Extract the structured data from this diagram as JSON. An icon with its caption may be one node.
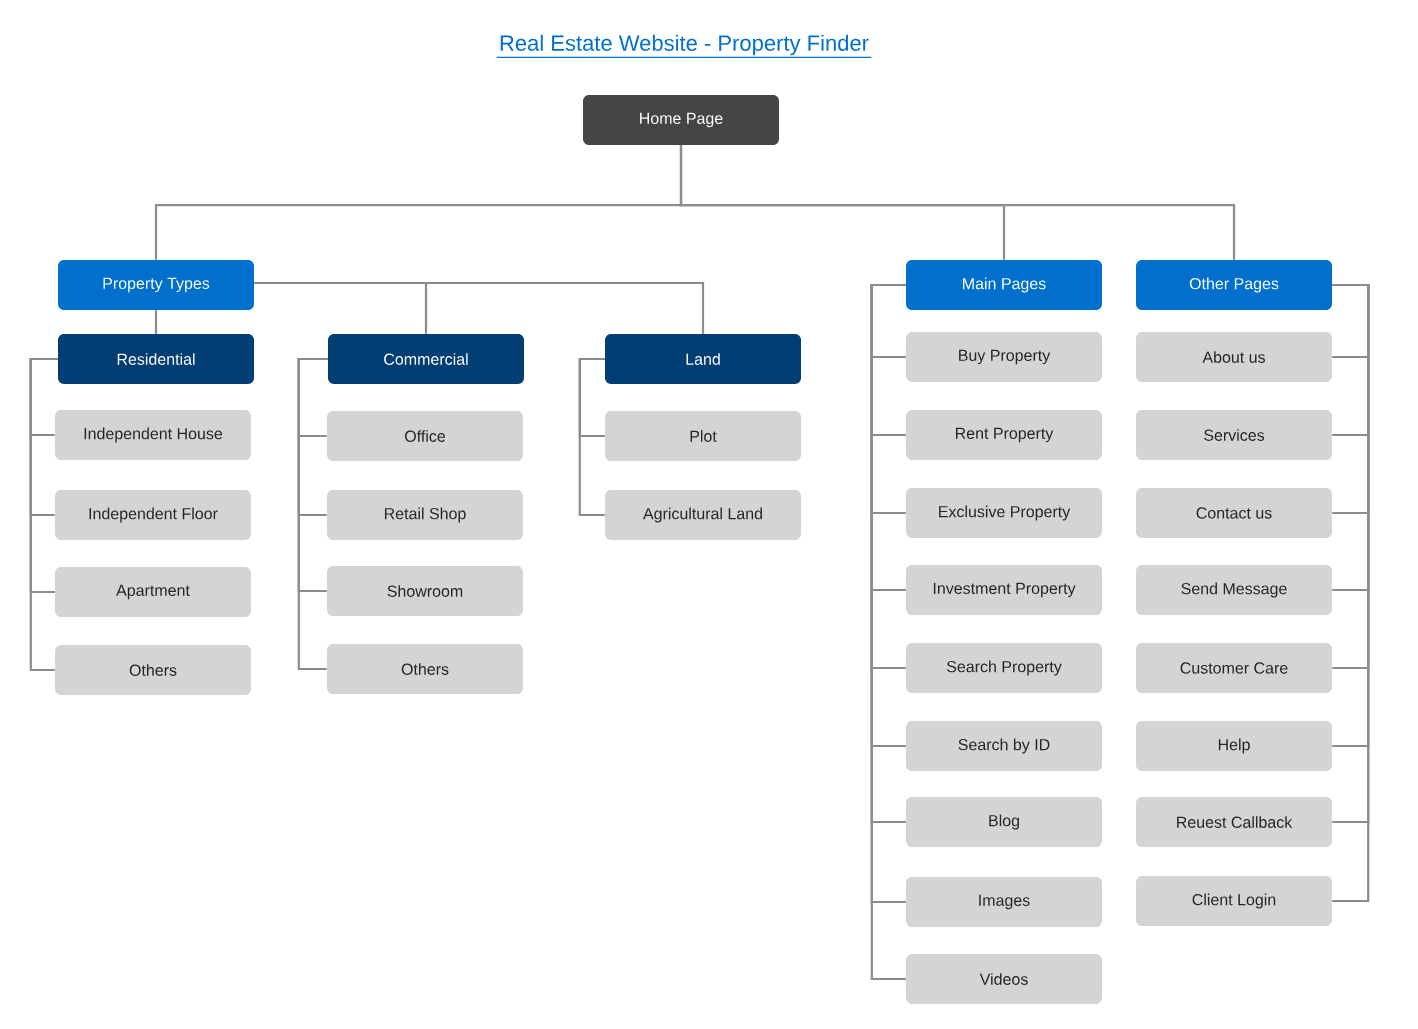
{
  "diagram": {
    "title": "Real Estate Website - Property Finder",
    "nodes": [
      {
        "text": [
          "Home Page"
        ]
      },
      {
        "text": [
          "Property Types"
        ]
      },
      {
        "text": [
          "Residential"
        ]
      },
      {
        "text": [
          "Independent House"
        ]
      },
      {
        "text": [
          "Independent Floor"
        ]
      },
      {
        "text": [
          "Apartment"
        ]
      },
      {
        "text": [
          "Others"
        ]
      },
      {
        "text": [
          "Commercial"
        ]
      },
      {
        "text": [
          "Office"
        ]
      },
      {
        "text": [
          "Retail Shop"
        ]
      },
      {
        "text": [
          "Showroom"
        ]
      },
      {
        "text": [
          "Others"
        ]
      },
      {
        "text": [
          "Land"
        ]
      },
      {
        "text": [
          "Plot"
        ]
      },
      {
        "text": [
          "Agricultural Land"
        ]
      },
      {
        "text": [
          "Main Pages"
        ]
      },
      {
        "text": [
          "Buy Property"
        ]
      },
      {
        "text": [
          "Rent Property"
        ]
      },
      {
        "text": [
          "Exclusive Property"
        ]
      },
      {
        "text": [
          "Investment Property"
        ]
      },
      {
        "text": [
          "Search Property"
        ]
      },
      {
        "text": [
          "Search by ID"
        ]
      },
      {
        "text": [
          "Blog"
        ]
      },
      {
        "text": [
          "Images"
        ]
      },
      {
        "text": [
          "Videos"
        ]
      },
      {
        "text": [
          "Other Pages"
        ]
      },
      {
        "text": [
          "About us"
        ]
      },
      {
        "text": [
          "Services"
        ]
      },
      {
        "text": [
          "Contact us"
        ]
      },
      {
        "text": [
          "Send Message"
        ]
      },
      {
        "text": [
          "Customer Care"
        ]
      },
      {
        "text": [
          "Help"
        ]
      },
      {
        "text": [
          "Reuest Callback"
        ]
      },
      {
        "text": [
          "Client Login"
        ]
      }
    ],
    "edges": [
      {
        "from": 0,
        "to": 1,
        "arrow": "none"
      },
      {
        "from": 0,
        "to": 15,
        "arrow": "none"
      },
      {
        "from": 0,
        "to": 25,
        "arrow": "none"
      },
      {
        "from": 1,
        "to": 2,
        "arrow": "none"
      },
      {
        "from": 1,
        "to": 7,
        "arrow": "none"
      },
      {
        "from": 1,
        "to": 12,
        "arrow": "none"
      },
      {
        "from": 2,
        "to": 3,
        "arrow": "none"
      },
      {
        "from": 2,
        "to": 4,
        "arrow": "none"
      },
      {
        "from": 2,
        "to": 5,
        "arrow": "none"
      },
      {
        "from": 2,
        "to": 6,
        "arrow": "none"
      },
      {
        "from": 7,
        "to": 8,
        "arrow": "none"
      },
      {
        "from": 7,
        "to": 9,
        "arrow": "none"
      },
      {
        "from": 7,
        "to": 10,
        "arrow": "none"
      },
      {
        "from": 7,
        "to": 11,
        "arrow": "none"
      },
      {
        "from": 12,
        "to": 13,
        "arrow": "none"
      },
      {
        "from": 12,
        "to": 14,
        "arrow": "none"
      },
      {
        "from": 15,
        "to": 16,
        "arrow": "none"
      },
      {
        "from": 15,
        "to": 17,
        "arrow": "none"
      },
      {
        "from": 15,
        "to": 18,
        "arrow": "none"
      },
      {
        "from": 15,
        "to": 19,
        "arrow": "none"
      },
      {
        "from": 15,
        "to": 20,
        "arrow": "none"
      },
      {
        "from": 15,
        "to": 21,
        "arrow": "none"
      },
      {
        "from": 15,
        "to": 22,
        "arrow": "none"
      },
      {
        "from": 15,
        "to": 23,
        "arrow": "none"
      },
      {
        "from": 15,
        "to": 24,
        "arrow": "none"
      },
      {
        "from": 25,
        "to": 26,
        "arrow": "none"
      },
      {
        "from": 25,
        "to": 27,
        "arrow": "none"
      },
      {
        "from": 25,
        "to": 28,
        "arrow": "none"
      },
      {
        "from": 25,
        "to": 29,
        "arrow": "none"
      },
      {
        "from": 25,
        "to": 30,
        "arrow": "none"
      },
      {
        "from": 25,
        "to": 31,
        "arrow": "none"
      },
      {
        "from": 25,
        "to": 32,
        "arrow": "none"
      },
      {
        "from": 25,
        "to": 33,
        "arrow": "none"
      }
    ]
  }
}
